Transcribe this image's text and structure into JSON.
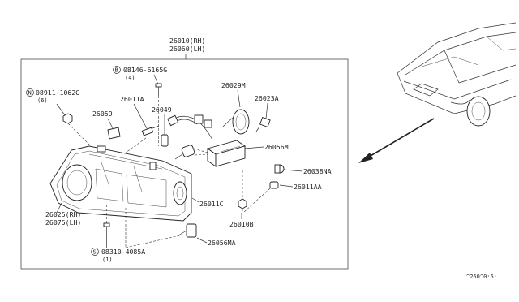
{
  "callouts": {
    "main_rh": "26010(RH)",
    "main_lh": "26060(LH)",
    "bolt_code": "08146-6165G",
    "bolt_prefix": "B",
    "bolt_qty": "(4)",
    "nut_code": "08911-1062G",
    "nut_prefix": "N",
    "nut_qty": "(6)",
    "p26011a": "26011A",
    "p26049": "26049",
    "p26059": "26059",
    "p26029m": "26029M",
    "p26023a": "26023A",
    "p26056m": "26056M",
    "p26038na": "26038NA",
    "p26011aa": "26011AA",
    "p26011c": "26011C",
    "p26010b": "26010B",
    "lamp_rh": "26025(RH)",
    "lamp_lh": "26075(LH)",
    "p26056ma": "26056MA",
    "screw_code": "08310-4085A",
    "screw_prefix": "S",
    "screw_qty": "(1)"
  },
  "footer_code": "^260^0:6:"
}
